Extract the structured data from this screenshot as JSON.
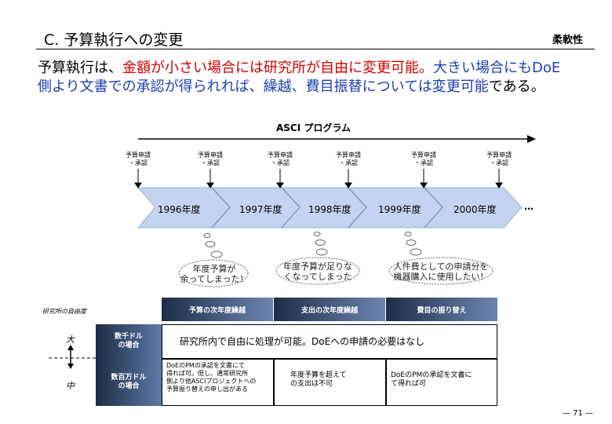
{
  "header": {
    "title": "C. 予算執行への変更",
    "tag": "柔軟性"
  },
  "lead": {
    "p1": "予算執行は、",
    "p2": "金額が小さい場合には研究所が自由に変更可能。",
    "p3": "大きい場合にもDoE",
    "p4": "側より文書での承認が得られれば、繰越、費目振替については",
    "p5": "変更可能",
    "p6": "である。"
  },
  "timeline": {
    "label": "ASCI プログラム",
    "approvals": [
      "予算申請\n・承認",
      "予算申請\n・承認",
      "予算申請\n・承認",
      "予算申請\n・承認",
      "予算申請\n・承認",
      "予算申請\n・承認"
    ],
    "years": [
      "1996年度",
      "1997年度",
      "1998年度",
      "1999年度",
      "2000年度"
    ],
    "ellipsis": "…",
    "thoughts": [
      "年度予算が\n余ってしまった！",
      "年度予算が足りな\nくなってしまった",
      "人件費としての申請分を\n機器購入に使用したい！"
    ]
  },
  "table": {
    "axis_label": "研究所の自由度",
    "axis_top": "大",
    "axis_bottom": "中",
    "columns": [
      "予算の次年度繰越",
      "支出の次年度繰越",
      "費目の振り替え"
    ],
    "rows": [
      {
        "label": "数千ドル\nの場合",
        "merged": "研究所内で自由に処理が可能。DoEへの申請の必要はなし"
      },
      {
        "label": "数百万ドル\nの場合",
        "cells": [
          "DoEのPMの承認を文書にて\n得れば可。但し、通常研究所\n側より他ASCIプロジェクトへの\n予算振り替えの申し出がある",
          "年度予算を超えて\nの支出は不可",
          "DoEのPMの承認を文書に\nて得れば可"
        ]
      }
    ]
  },
  "footer": {
    "page": "— 71 —"
  },
  "colors": {
    "arrow_fill": "#c4d3ef",
    "header_dark": "#1d2d48",
    "header_light": "#6a86b0",
    "red": "#d40000",
    "blue": "#1f3fb0"
  }
}
